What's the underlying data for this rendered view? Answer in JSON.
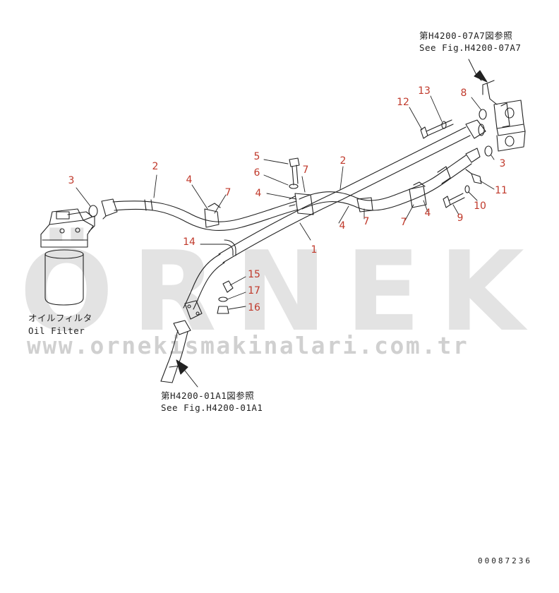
{
  "watermark": {
    "brand": "ÖRNEK",
    "url": "www.ornekismakinalari.com.tr"
  },
  "notes": {
    "top_right_jp": "第H4200-07A7図参照",
    "top_right_en": "See Fig.H4200-07A7",
    "bottom_jp": "第H4200-01A1図参照",
    "bottom_en": "See Fig.H4200-01A1",
    "filter_jp": "オイルフィルタ",
    "filter_en": "Oil Filter"
  },
  "callouts": {
    "c1": "1",
    "c2a": "2",
    "c2b": "2",
    "c3a": "3",
    "c3b": "3",
    "c4a": "4",
    "c4b": "4",
    "c4c": "4",
    "c4d": "4",
    "c5": "5",
    "c6": "6",
    "c7a": "7",
    "c7b": "7",
    "c7c": "7",
    "c7d": "7",
    "c8": "8",
    "c9": "9",
    "c10": "10",
    "c11": "11",
    "c12": "12",
    "c13": "13",
    "c14": "14",
    "c15": "15",
    "c16": "16",
    "c17": "17"
  },
  "doc_number": "00087236",
  "colors": {
    "callout": "#c0392b",
    "line": "#222222",
    "watermark": "#d9d9d9"
  }
}
